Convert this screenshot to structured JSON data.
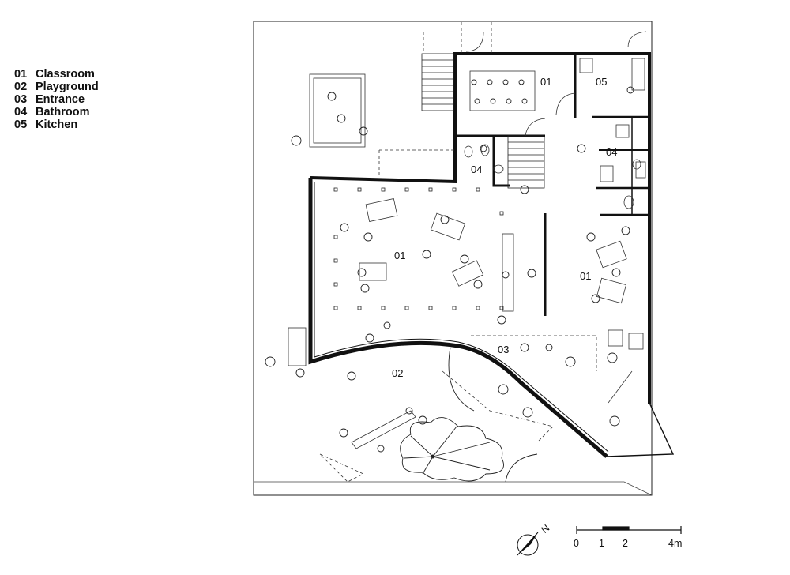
{
  "legend": [
    {
      "num": "01",
      "name": "Classroom"
    },
    {
      "num": "02",
      "name": "Playground"
    },
    {
      "num": "03",
      "name": "Entrance"
    },
    {
      "num": "04",
      "name": "Bathroom"
    },
    {
      "num": "05",
      "name": "Kitchen"
    }
  ],
  "room_labels": {
    "classroom_top": "01",
    "kitchen": "05",
    "bathroom_left": "04",
    "bathroom_right": "04",
    "classroom_main": "01",
    "classroom_right": "01",
    "entrance": "03",
    "playground": "02"
  },
  "north_label": "N",
  "scale_bar": {
    "labels": [
      "0",
      "1",
      "2",
      "4m"
    ]
  }
}
